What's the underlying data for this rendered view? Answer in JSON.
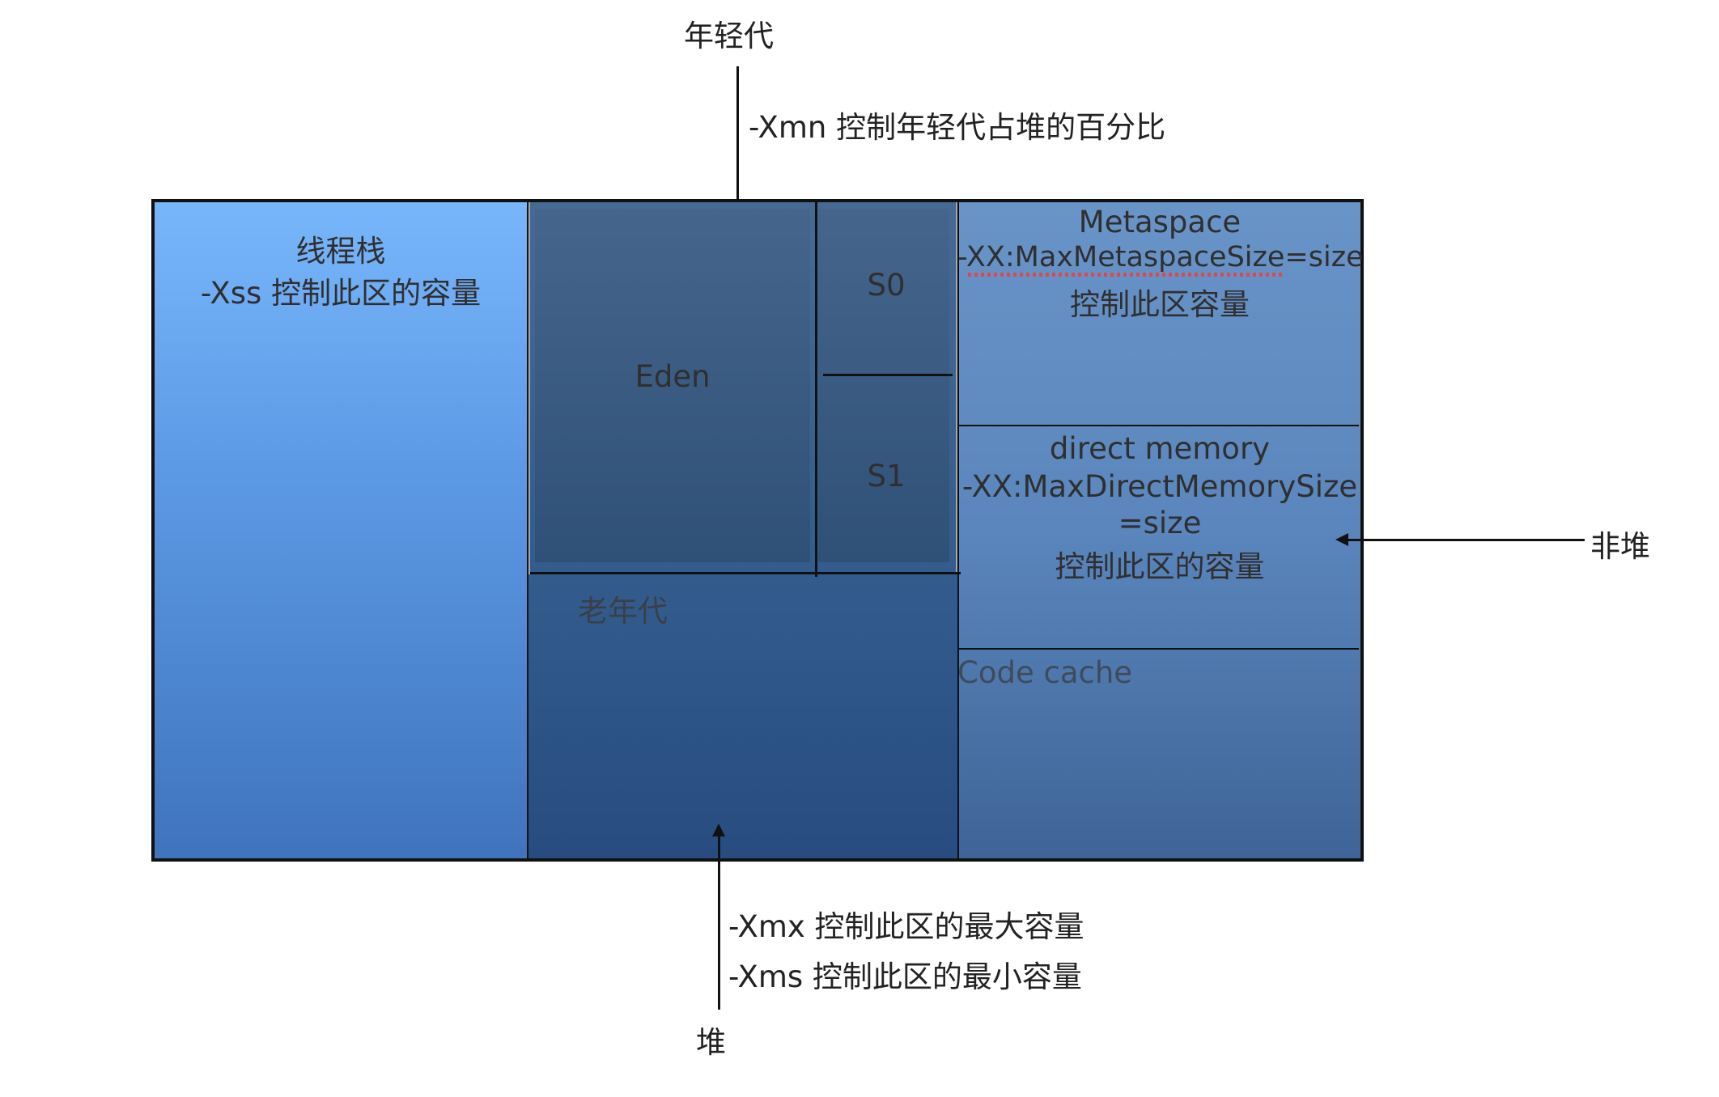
{
  "top": {
    "title": "年轻代",
    "note": "-Xmn 控制年轻代占堆的百分比"
  },
  "stack": {
    "title": "线程栈",
    "note": "-Xss 控制此区的容量"
  },
  "heap": {
    "eden": "Eden",
    "s0": "S0",
    "s1": "S1",
    "old": "老年代"
  },
  "nonheap": {
    "metaspace_title": "Metaspace",
    "metaspace_flag": "-XX:MaxMetaspaceSize=size",
    "metaspace_note": "控制此区容量",
    "direct_title": "direct memory",
    "direct_flag_1": "-XX:MaxDirectMemorySize",
    "direct_flag_2": "=size",
    "direct_note": "控制此区的容量",
    "code_cache": "Code cache"
  },
  "right": {
    "label": "非堆"
  },
  "bottom": {
    "xmx": "-Xmx 控制此区的最大容量",
    "xms": "-Xms 控制此区的最小容量",
    "label": "堆"
  }
}
